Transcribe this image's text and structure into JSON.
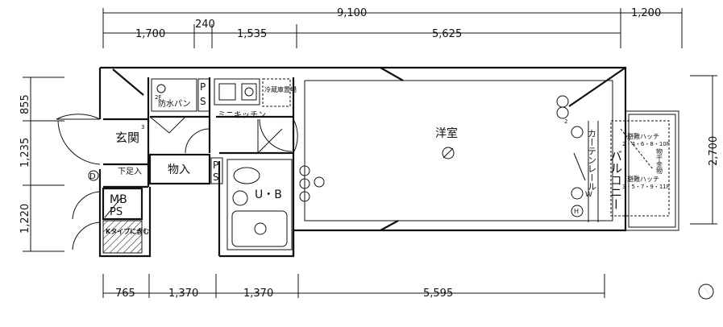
{
  "dimensions": {
    "top_total": "9,100",
    "top_right": "1,200",
    "top_segments": [
      "1,700",
      "240",
      "1,535",
      "5,625"
    ],
    "bottom_segments": [
      "765",
      "1,370",
      "1,370",
      "5,595"
    ],
    "left_segments": [
      "855",
      "1,235",
      "1,220"
    ],
    "right_height": "2,700"
  },
  "rooms": {
    "entrance": "玄関",
    "storage": "物入",
    "western_room": "洋室",
    "bath": "U・B",
    "mini_kitchen": "ミニキッチン",
    "refrigerator": "冷蔵庫置場",
    "waterproof_pan": "防水パン",
    "shoe_cabinet": "下足入",
    "meter_box": "MB",
    "pipe_shaft": "PS",
    "k_type_note": "Kタイプに含む",
    "curtain_rail": "カーテンレール",
    "balcony": "バルコニー",
    "hatch_upper": "避難ハッチ",
    "hatch_upper_floors": "2・4・6・8・10F",
    "hatch_lower": "避難ハッチ",
    "hatch_lower_floors": "3・5・7・9・11F",
    "clothes_pole": "物干金物",
    "floor_2f": "2F",
    "marker_d": "D",
    "marker_w": "W",
    "marker_h": "H",
    "marker_3": "3",
    "marker_2": "2"
  }
}
